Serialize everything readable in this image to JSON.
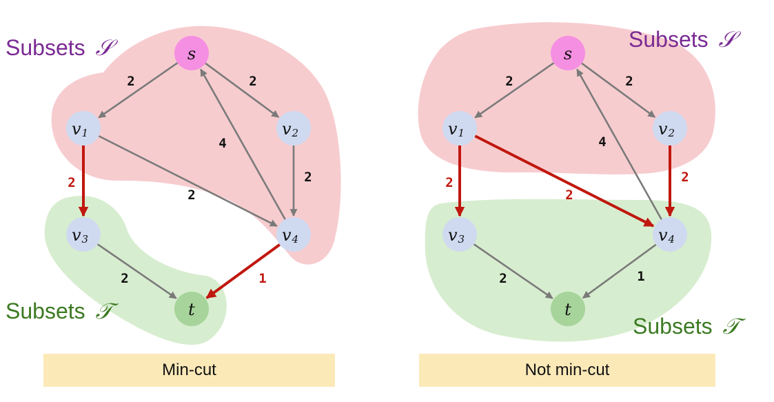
{
  "colors": {
    "source_region": "#f7cccf",
    "sink_region": "#d7edcf",
    "node_default": "#cfdaf0",
    "node_source": "#f58fe2",
    "node_sink": "#a6d49a",
    "edge_default": "#7a7a7a",
    "edge_cut": "#c0170e",
    "label_source": "#7a2a93",
    "label_sink": "#3c7a22",
    "caption_bg": "#fbe9b8"
  },
  "panels": [
    {
      "caption": "Min-cut",
      "source_label": {
        "prefix": "Subsets ",
        "symbol": "𝒮"
      },
      "sink_label": {
        "prefix": "Subsets ",
        "symbol": "𝒯"
      },
      "nodes": [
        {
          "id": "s",
          "letter": "s",
          "sub": "",
          "role": "source"
        },
        {
          "id": "v1",
          "letter": "v",
          "sub": "1",
          "role": "default"
        },
        {
          "id": "v2",
          "letter": "v",
          "sub": "2",
          "role": "default"
        },
        {
          "id": "v3",
          "letter": "v",
          "sub": "3",
          "role": "default"
        },
        {
          "id": "v4",
          "letter": "v",
          "sub": "4",
          "role": "default"
        },
        {
          "id": "t",
          "letter": "t",
          "sub": "",
          "role": "sink"
        }
      ],
      "edges": [
        {
          "from": "s",
          "to": "v1",
          "capacity": "2",
          "cut": false
        },
        {
          "from": "s",
          "to": "v2",
          "capacity": "2",
          "cut": false
        },
        {
          "from": "v4",
          "to": "s",
          "capacity": "4",
          "cut": false
        },
        {
          "from": "v1",
          "to": "v4",
          "capacity": "2",
          "cut": false
        },
        {
          "from": "v2",
          "to": "v4",
          "capacity": "2",
          "cut": false
        },
        {
          "from": "v1",
          "to": "v3",
          "capacity": "2",
          "cut": true
        },
        {
          "from": "v3",
          "to": "t",
          "capacity": "2",
          "cut": false
        },
        {
          "from": "v4",
          "to": "t",
          "capacity": "1",
          "cut": true
        }
      ]
    },
    {
      "caption": "Not min-cut",
      "source_label": {
        "prefix": "Subsets ",
        "symbol": "𝒮"
      },
      "sink_label": {
        "prefix": "Subsets ",
        "symbol": "𝒯"
      },
      "nodes": [
        {
          "id": "s",
          "letter": "s",
          "sub": "",
          "role": "source"
        },
        {
          "id": "v1",
          "letter": "v",
          "sub": "1",
          "role": "default"
        },
        {
          "id": "v2",
          "letter": "v",
          "sub": "2",
          "role": "default"
        },
        {
          "id": "v3",
          "letter": "v",
          "sub": "3",
          "role": "default"
        },
        {
          "id": "v4",
          "letter": "v",
          "sub": "4",
          "role": "default"
        },
        {
          "id": "t",
          "letter": "t",
          "sub": "",
          "role": "sink"
        }
      ],
      "edges": [
        {
          "from": "s",
          "to": "v1",
          "capacity": "2",
          "cut": false
        },
        {
          "from": "s",
          "to": "v2",
          "capacity": "2",
          "cut": false
        },
        {
          "from": "v4",
          "to": "s",
          "capacity": "4",
          "cut": false
        },
        {
          "from": "v1",
          "to": "v4",
          "capacity": "2",
          "cut": true
        },
        {
          "from": "v2",
          "to": "v4",
          "capacity": "2",
          "cut": true
        },
        {
          "from": "v1",
          "to": "v3",
          "capacity": "2",
          "cut": true
        },
        {
          "from": "v3",
          "to": "t",
          "capacity": "2",
          "cut": false
        },
        {
          "from": "v4",
          "to": "t",
          "capacity": "1",
          "cut": false
        }
      ]
    }
  ]
}
